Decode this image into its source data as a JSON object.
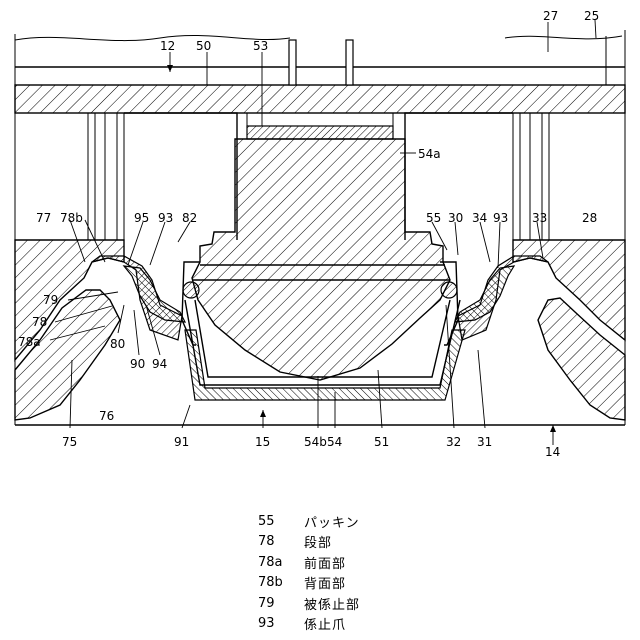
{
  "labels": {
    "l12": "12",
    "l50": "50",
    "l53": "53",
    "l27": "27",
    "l25": "25",
    "l54a": "54a",
    "l77": "77",
    "l78b": "78b",
    "l95": "95",
    "l93a": "93",
    "l82": "82",
    "l55": "55",
    "l30": "30",
    "l34": "34",
    "l93b": "93",
    "l33": "33",
    "l28": "28",
    "l79": "79",
    "l78": "78",
    "l78a": "78a",
    "l80": "80",
    "l90": "90",
    "l94": "94",
    "l75": "75",
    "l76": "76",
    "l91": "91",
    "l15": "15",
    "l54b": "54b",
    "l54": "54",
    "l51": "51",
    "l32": "32",
    "l31": "31",
    "l14": "14"
  },
  "legend": [
    {
      "num": "55",
      "term": "パッキン"
    },
    {
      "num": "78",
      "term": "段部"
    },
    {
      "num": "78a",
      "term": "前面部"
    },
    {
      "num": "78b",
      "term": "背面部"
    },
    {
      "num": "79",
      "term": "被係止部"
    },
    {
      "num": "93",
      "term": "係止爪"
    }
  ]
}
